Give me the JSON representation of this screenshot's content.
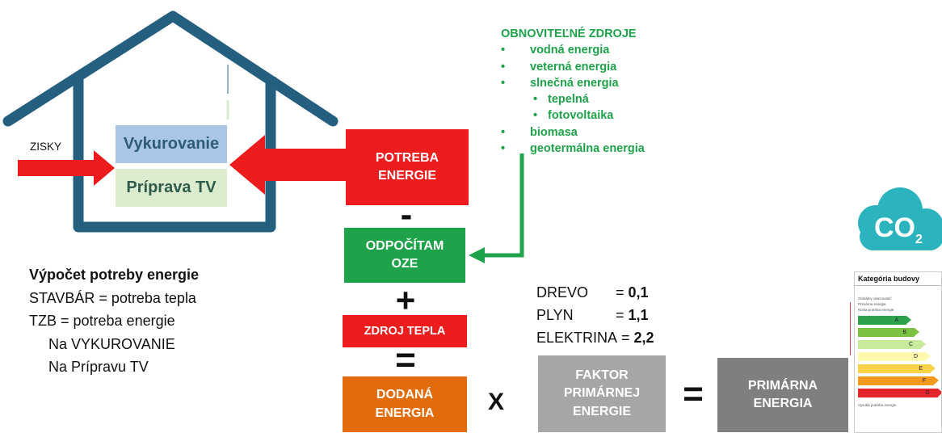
{
  "house": {
    "gains_label": "ZISKY",
    "heating_label": "Vykurovanie",
    "hot_water_label": "Príprava TV"
  },
  "renewables": {
    "title": "OBNOVITEĽNÉ ZDROJE",
    "items": [
      "vodná energia",
      "veterná energia",
      "slnečná energia"
    ],
    "sub_items": [
      "tepelná",
      "fotovoltaika"
    ],
    "items2": [
      "biomasa",
      "geotermálna energia"
    ],
    "bullet": "•"
  },
  "flow": {
    "demand": [
      "POTREBA",
      "ENERGIE"
    ],
    "minus": "-",
    "deduct": [
      "ODPOČÍTAM",
      "OZE"
    ],
    "plus": "+",
    "heat_source": "ZDROJ TEPLA",
    "equals": "=",
    "delivered": [
      "DODANÁ",
      "ENERGIA"
    ],
    "times": "X",
    "factor": [
      "FAKTOR",
      "PRIMÁRNEJ",
      "ENERGIE"
    ],
    "equals2": "=",
    "primary": [
      "PRIMÁRNA",
      "ENERGIA"
    ]
  },
  "calculation": {
    "title": "Výpočet potreby energie",
    "lines": [
      "STAVBÁR = potreba tepla",
      "TZB = potreba energie"
    ],
    "indented": [
      "Na VYKUROVANIE",
      "Na Prípravu TV"
    ]
  },
  "factors": [
    {
      "name": "DREVO",
      "eq": "= ",
      "value": "0,1"
    },
    {
      "name": "PLYN",
      "eq": "= ",
      "value": "1,1"
    },
    {
      "name": "ELEKTRINA",
      "eq": " = ",
      "value": "2,2"
    }
  ],
  "co2": {
    "label": "CO",
    "sub": "2"
  },
  "energy_card": {
    "title": "Kategória budovy",
    "sub1": "Globálny ukazovateľ:",
    "sub2": "Primárna energia",
    "sub3": "Nízka potreba energie",
    "footer": "Vysoká potreba energie",
    "classes": [
      "A",
      "B",
      "C",
      "D",
      "E",
      "F",
      "G"
    ]
  },
  "colors": {
    "house_outline": "#245f80",
    "red": "#ee1c1c",
    "green": "#1fa34a",
    "orange": "#e36c0a",
    "grey_light": "#a6a6a6",
    "grey_dark": "#7f7f7f",
    "cloud": "#2cb4be",
    "heating_bg": "#a9c6e6",
    "hot_water_bg": "#dceccf"
  }
}
